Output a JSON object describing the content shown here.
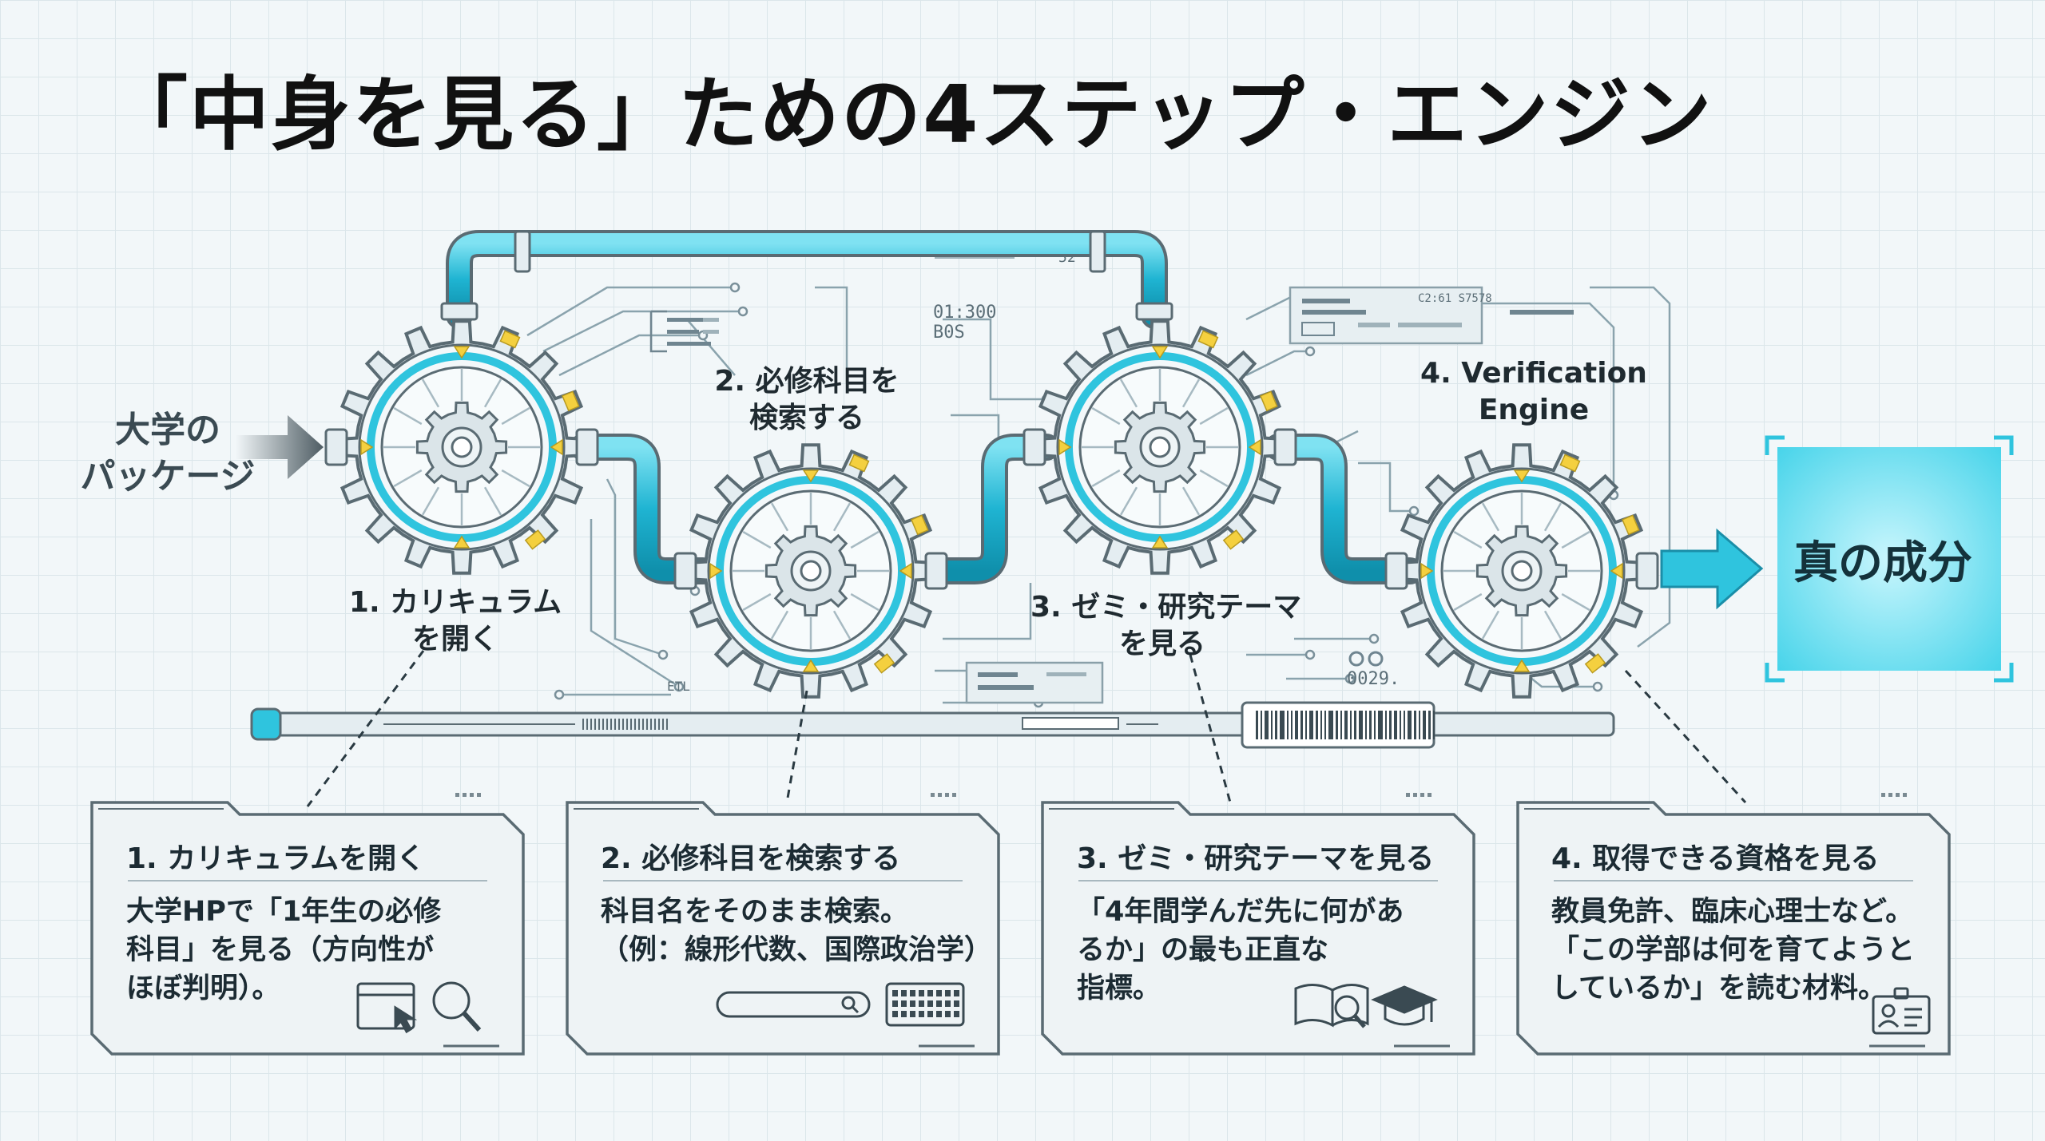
{
  "title": "「中身を見る」ための4ステップ・エンジン",
  "input_label": [
    "大学の",
    "パッケージ"
  ],
  "output_label": "真の成分",
  "gear_labels": [
    {
      "lines": [
        "1. カリキュラム",
        "を開く"
      ]
    },
    {
      "lines": [
        "2. 必修科目を",
        "検索する"
      ]
    },
    {
      "lines": [
        "3. ゼミ・研究テーマ",
        "を見る"
      ]
    },
    {
      "lines": [
        "4. Verification",
        "Engine"
      ]
    }
  ],
  "cards": [
    {
      "title": "1. カリキュラムを開く",
      "body": [
        "大学HPで「1年生の必修",
        "科目」を見る（方向性が",
        "ほぼ判明）。"
      ],
      "icons": [
        "browser-window-icon",
        "magnifier-icon"
      ]
    },
    {
      "title": "2. 必修科目を検索する",
      "body": [
        "科目名をそのまま検索。",
        "（例：線形代数、国際政治学）"
      ],
      "icons": [
        "search-bar-icon",
        "keyboard-icon"
      ]
    },
    {
      "title": "3. ゼミ・研究テーマを見る",
      "body": [
        "「4年間学んだ先に何があ",
        "るか」の最も正直な",
        "指標。"
      ],
      "icons": [
        "book-magnifier-icon",
        "graduation-cap-icon"
      ]
    },
    {
      "title": "4. 取得できる資格を見る",
      "body": [
        "教員免許、臨床心理士など。",
        "「この学部は何を育てようと",
        "しているか」を読む材料。"
      ],
      "icons": [
        "id-card-icon"
      ]
    }
  ],
  "decor_text": {
    "readout_1": "01:300",
    "readout_2": "B0S",
    "readout_3": "C2:61 S7578",
    "readout_4": "0029.",
    "readout_5": "ETL",
    "readout_6": "52"
  },
  "colors": {
    "accent_cyan": "#2fc4de",
    "pipe_dark": "#1aa8c4",
    "marker_yellow": "#f4d03f",
    "gear_body": "#e4edf1",
    "outline": "#5a6b73"
  }
}
